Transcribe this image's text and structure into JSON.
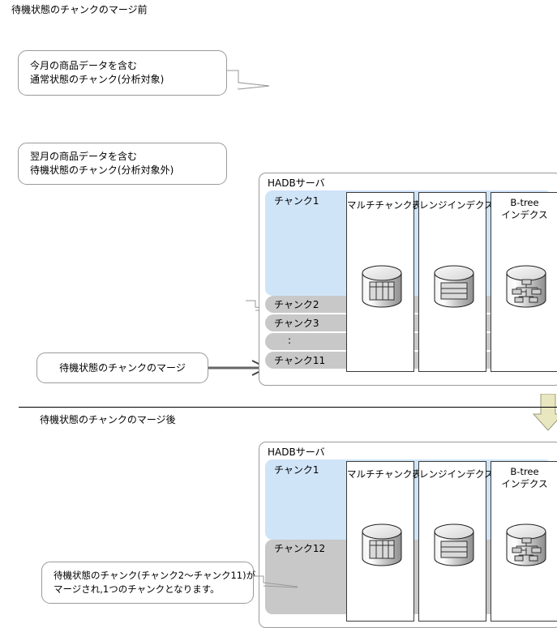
{
  "sections": {
    "before": {
      "heading": "待機状態のチャンクのマージ前"
    },
    "after": {
      "heading": "待機状態のチャンクのマージ後"
    }
  },
  "callouts": {
    "normal_chunk": {
      "line1": "今月の商品データを含む",
      "line2": "通常状態のチャンク(分析対象)"
    },
    "standby_chunk": {
      "line1": "翌月の商品データを含む",
      "line2": "待機状態のチャンク(分析対象外)"
    },
    "merge_action": {
      "line1": "待機状態のチャンクのマージ"
    },
    "merged_result": {
      "line1": "待機状態のチャンク(チャンク2〜チャンク11)が",
      "line2": "マージされ,1つのチャンクとなります。"
    }
  },
  "server_top": {
    "title": "HADBサーバ",
    "chunks": [
      {
        "label": "チャンク1",
        "state": "normal"
      },
      {
        "label": "チャンク2",
        "state": "standby"
      },
      {
        "label": "チャンク3",
        "state": "standby"
      },
      {
        "label": ":",
        "state": "standby"
      },
      {
        "label": "チャンク11",
        "state": "standby"
      }
    ],
    "panels": [
      {
        "title_line1": "マルチチャンク表",
        "title_line2": "",
        "icon": "table-cylinder-icon"
      },
      {
        "title_line1": "レンジインデクス",
        "title_line2": "",
        "icon": "range-index-cylinder-icon"
      },
      {
        "title_line1": "B-tree",
        "title_line2": "インデクス",
        "icon": "btree-index-cylinder-icon"
      }
    ]
  },
  "server_bottom": {
    "title": "HADBサーバ",
    "chunks": [
      {
        "label": "チャンク1",
        "state": "normal"
      },
      {
        "label": "チャンク12",
        "state": "standby"
      }
    ],
    "panels": [
      {
        "title_line1": "マルチチャンク表",
        "title_line2": "",
        "icon": "table-cylinder-icon"
      },
      {
        "title_line1": "レンジインデクス",
        "title_line2": "",
        "icon": "range-index-cylinder-icon"
      },
      {
        "title_line1": "B-tree",
        "title_line2": "インデクス",
        "icon": "btree-index-cylinder-icon"
      }
    ]
  },
  "colors": {
    "chunk_normal": "#cfe4f7",
    "chunk_standby": "#c8c8c8",
    "arrow_fill": "#e8e7c0",
    "arrow_stroke": "#9a9a80",
    "outline": "#9a9a9a",
    "panel_border": "#3a3a3a"
  }
}
